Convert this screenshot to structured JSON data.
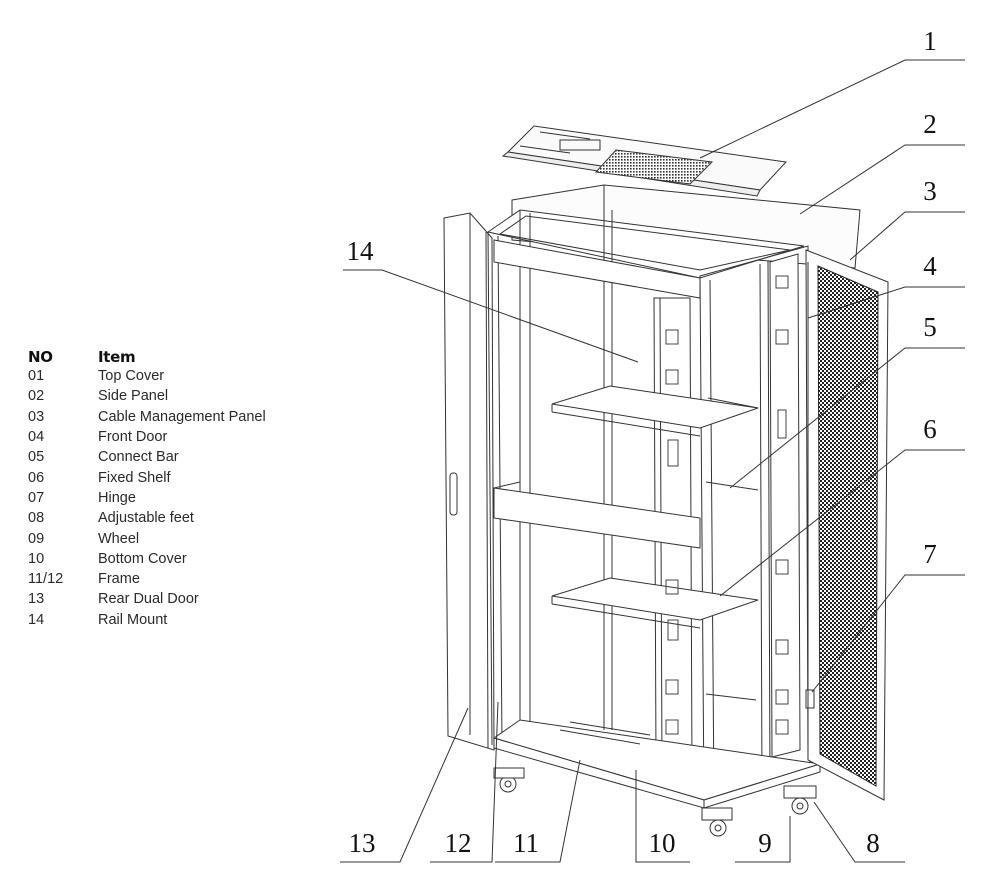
{
  "legend": {
    "header_no": "NO",
    "header_item": "Item",
    "rows": [
      {
        "no": "01",
        "item": "Top Cover"
      },
      {
        "no": "02",
        "item": "Side Panel"
      },
      {
        "no": "03",
        "item": "Cable Management Panel"
      },
      {
        "no": "04",
        "item": "Front Door"
      },
      {
        "no": "05",
        "item": "Connect Bar"
      },
      {
        "no": "06",
        "item": "Fixed Shelf"
      },
      {
        "no": "07",
        "item": "Hinge"
      },
      {
        "no": "08",
        "item": "Adjustable feet"
      },
      {
        "no": "09",
        "item": "Wheel"
      },
      {
        "no": "10",
        "item": "Bottom Cover"
      },
      {
        "no": "11/12",
        "item": "Frame"
      },
      {
        "no": "13",
        "item": "Rear Dual Door"
      },
      {
        "no": "14",
        "item": "Rail Mount"
      }
    ]
  },
  "callouts": [
    "1",
    "2",
    "3",
    "4",
    "5",
    "6",
    "7",
    "8",
    "9",
    "10",
    "11",
    "12",
    "13",
    "14"
  ]
}
